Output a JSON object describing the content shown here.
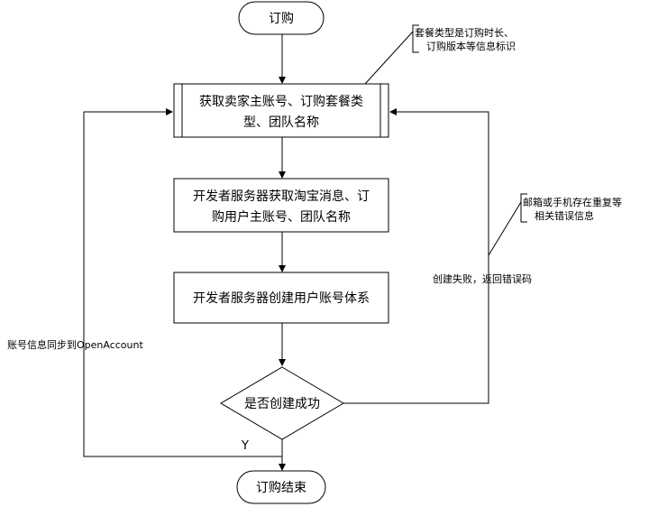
{
  "flowchart": {
    "start": "订购",
    "step1_line1": "获取卖家主账号、订购套餐类",
    "step1_line2": "型、团队名称",
    "step2_line1": "开发者服务器获取淘宝消息、订",
    "step2_line2": "购用户主账号、团队名称",
    "step3": "开发者服务器创建用户账号体系",
    "decision": "是否创建成功",
    "end": "订购结束",
    "yes_label": "Y",
    "fail_label": "创建失败，返回错误码",
    "sync_label": "账号信息同步到OpenAccount",
    "note_package_line1": "套餐类型是订购时长、",
    "note_package_line2": "订购版本等信息标识",
    "note_error_line1": "邮箱或手机存在重复等",
    "note_error_line2": "相关错误信息"
  },
  "colors": {
    "stroke": "#000000",
    "fill": "#ffffff"
  }
}
